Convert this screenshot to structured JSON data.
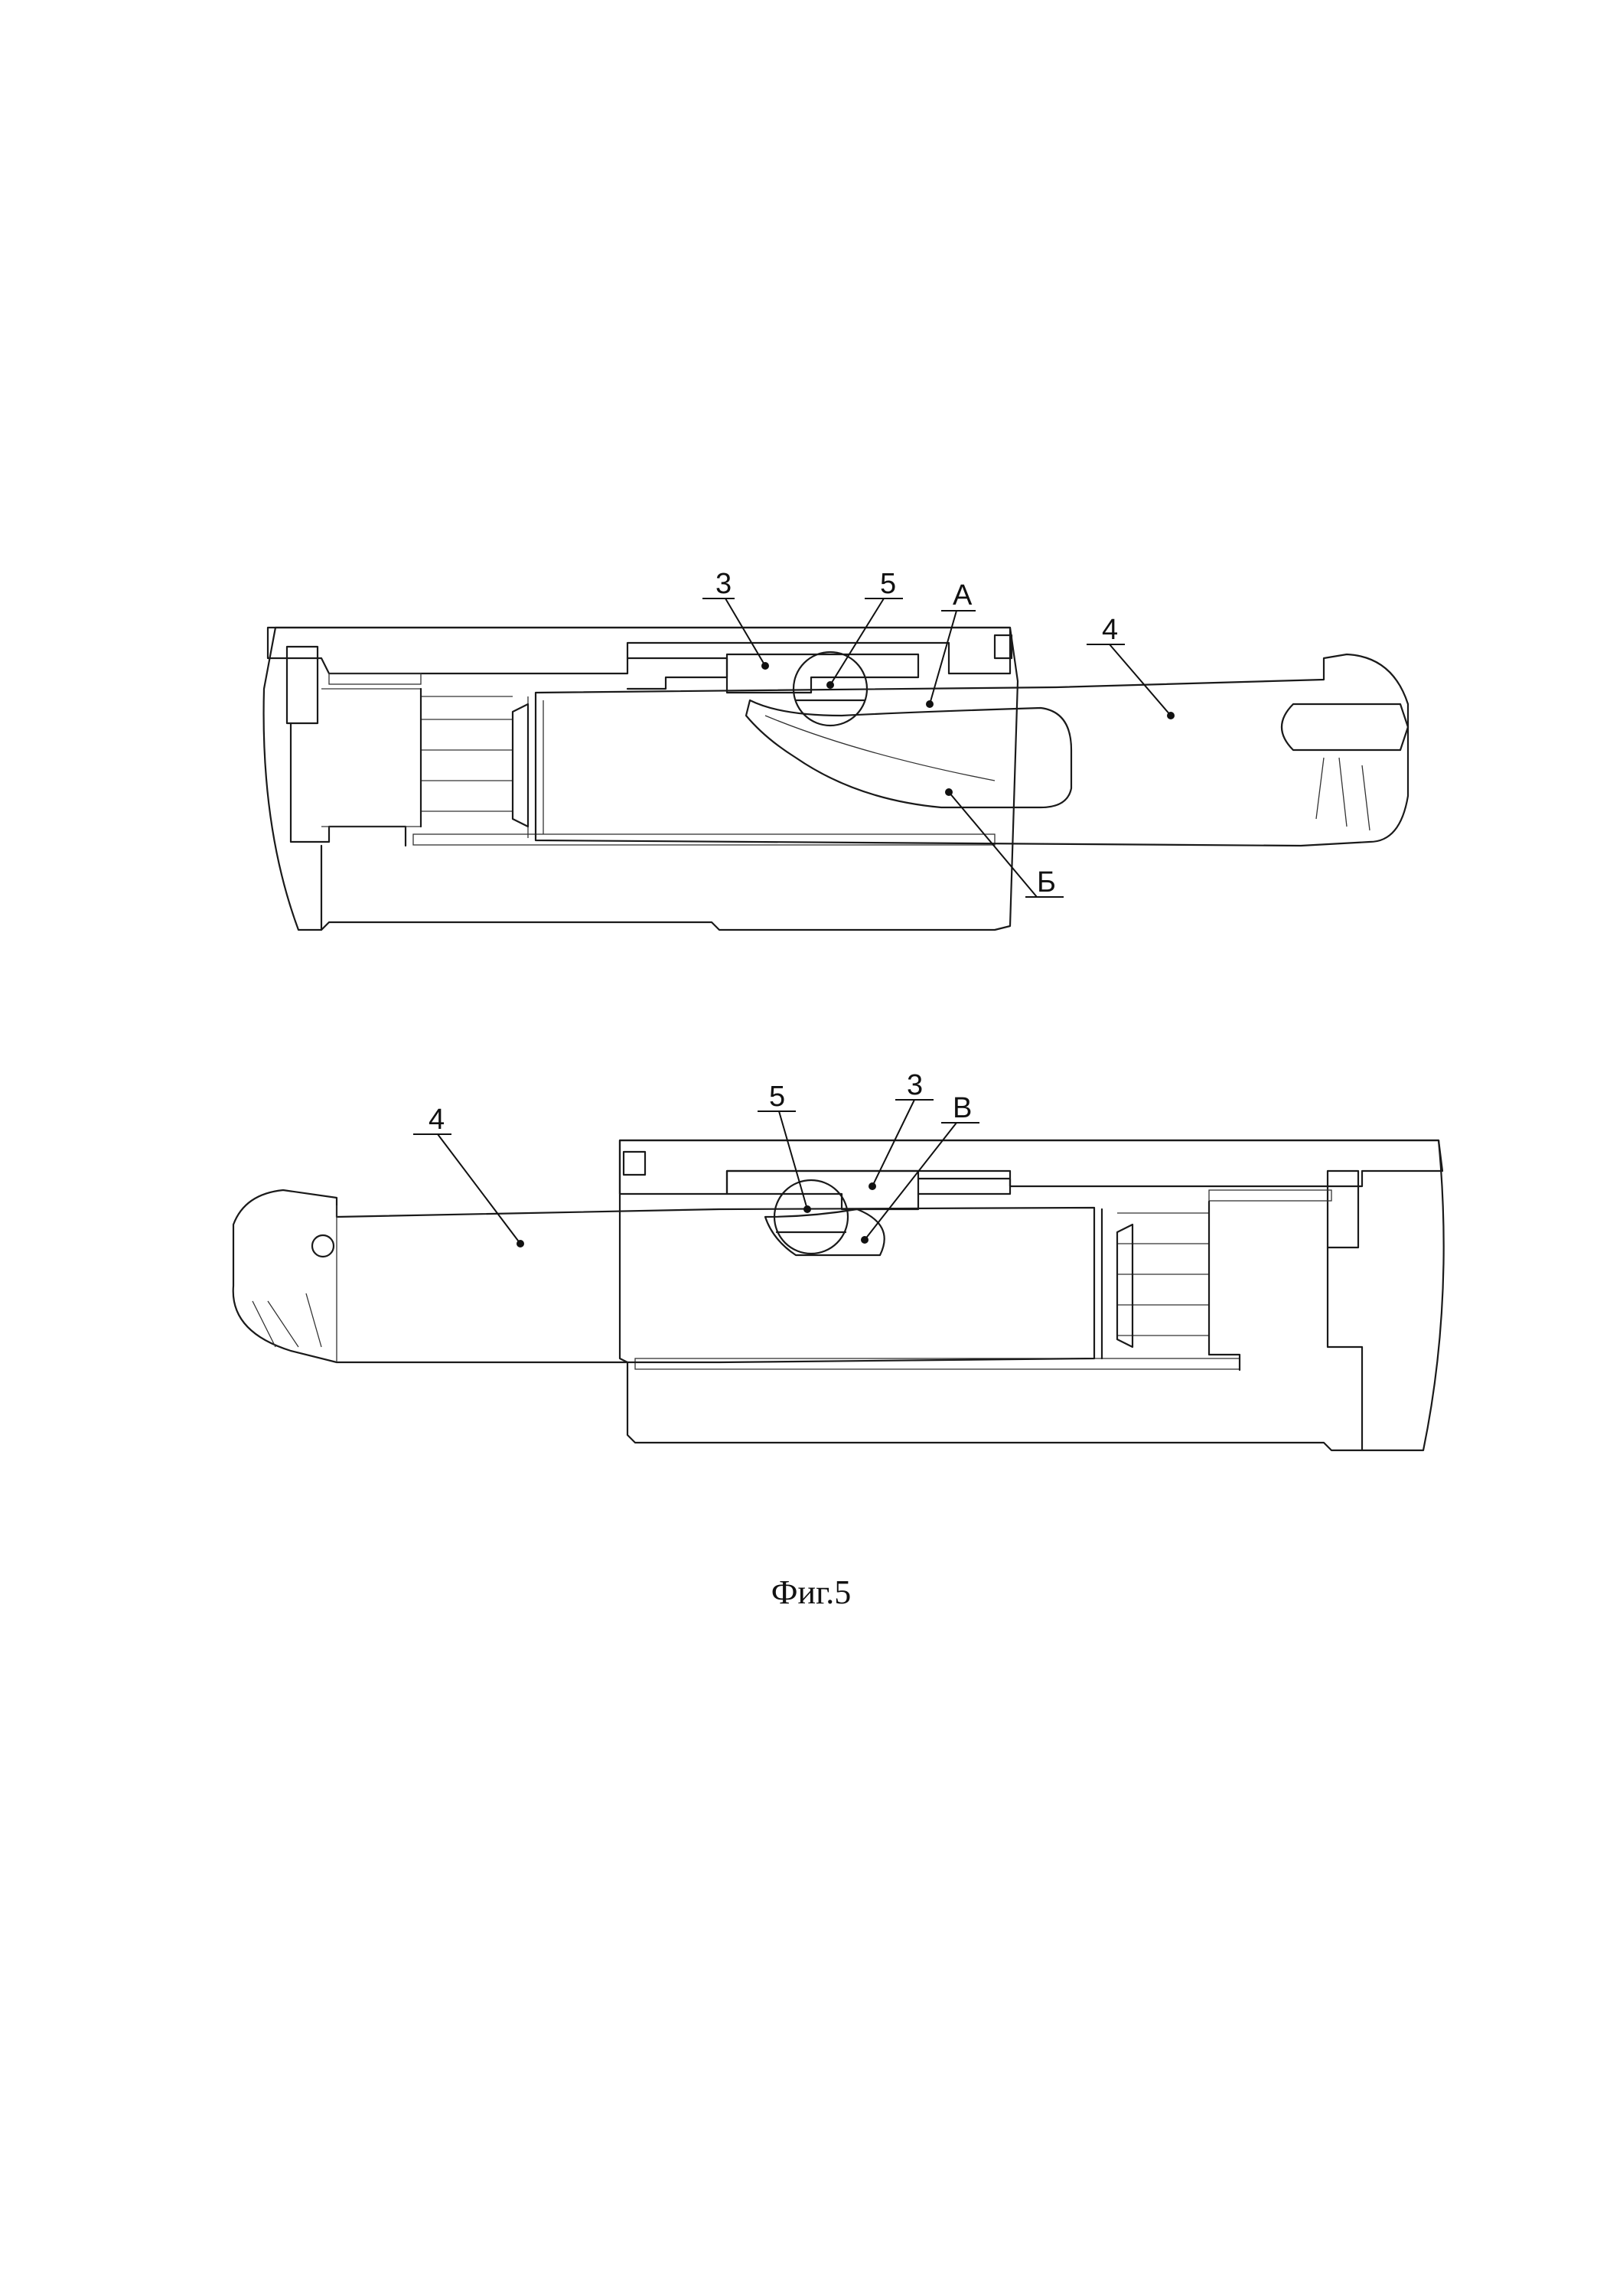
{
  "figure": {
    "caption": "Фиг.5",
    "top_view": {
      "labels": [
        {
          "id": "3",
          "text": "3"
        },
        {
          "id": "5",
          "text": "5"
        },
        {
          "id": "A",
          "text": "А"
        },
        {
          "id": "4",
          "text": "4"
        },
        {
          "id": "B",
          "text": "Б"
        }
      ]
    },
    "bottom_view": {
      "labels": [
        {
          "id": "4",
          "text": "4"
        },
        {
          "id": "5",
          "text": "5"
        },
        {
          "id": "3",
          "text": "3"
        },
        {
          "id": "V",
          "text": "В"
        }
      ]
    }
  },
  "colors": {
    "line": "#1a1a1a",
    "background": "#ffffff"
  }
}
